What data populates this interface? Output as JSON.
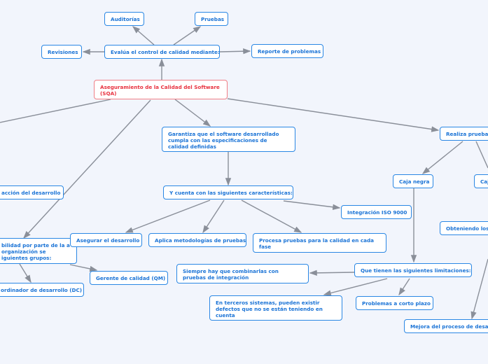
{
  "root": "Aseguramiento de la Calidad del Software (SQA)",
  "nodes": {
    "auditorias": "Auditorías",
    "pruebas": "Pruebas",
    "revisiones": "Revisiones",
    "evalua": "Evalúa el control de calidad mediante:",
    "reporte": "Reporte de problemas",
    "garantiza": "Garantiza que el software desarrollado cumpla con las especificaciones de calidad definidas",
    "realiza": "Realiza pruebas",
    "accion": "acción del desarrollo",
    "ycuenta": "Y cuenta con las siguientes características:",
    "cajanegra": "Caja negra",
    "caja2": "Caj",
    "integracion": "Integración ISO 9000",
    "responsab": "bilidad por parte de la a organización se iguientes grupos:",
    "asegurar": "Asegurar el desarrollo",
    "aplica": "Aplica metodologías de pruebas",
    "procesa": "Procesa pruebas para la calidad en cada fase",
    "obteniendo": "Obteniendo los",
    "gerente": "Gerente de calidad (QM)",
    "coordinador": "ordinador de desarrollo (DC)",
    "siempre": "Siempre hay que combinarlas con pruebas de integración",
    "limitaciones": "Que tienen las siguientes limitaciones:",
    "terceros": "En terceros sistemas, pueden existir defectos que no se están teniendo en cuenta",
    "problemas": "Problemas a corto plazo",
    "mejora": "Mejora del proceso de desar"
  },
  "colors": {
    "accent": "#2a87e4",
    "root": "#e8323f",
    "link": "#8a8f99",
    "background": "#f2f5fc"
  }
}
